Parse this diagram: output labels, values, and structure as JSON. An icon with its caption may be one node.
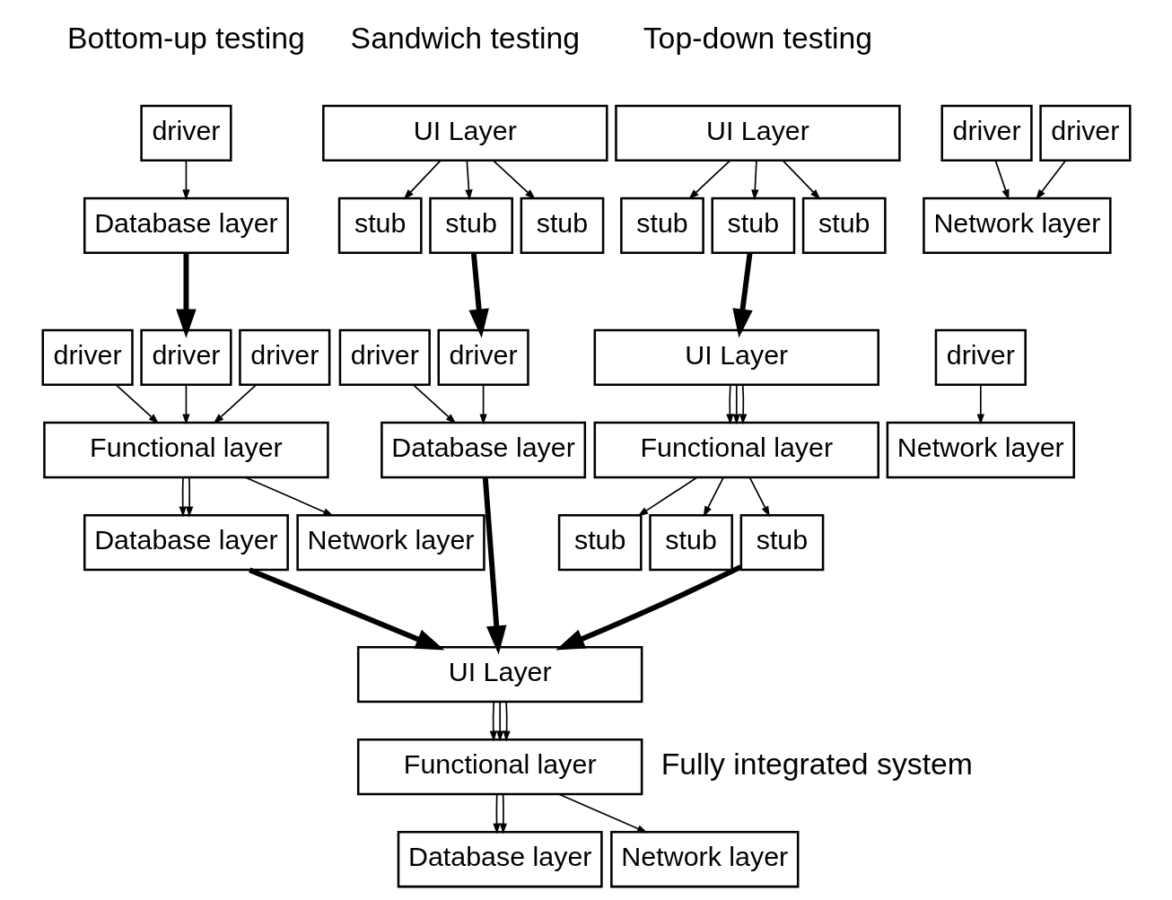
{
  "diagram": {
    "nodes": [
      {
        "text": [
          "UI Layer"
        ]
      },
      {
        "text": [
          "stub"
        ]
      },
      {
        "text": [
          "stub"
        ]
      },
      {
        "text": [
          "stub"
        ]
      },
      {
        "text": [
          "UI Layer"
        ]
      },
      {
        "text": [
          "Functional layer"
        ]
      },
      {
        "text": [
          "stub"
        ]
      },
      {
        "text": [
          "stub"
        ]
      },
      {
        "text": [
          "stub"
        ]
      },
      {
        "text": [
          "driver"
        ]
      },
      {
        "text": [
          "driver"
        ]
      },
      {
        "text": [
          "driver"
        ]
      },
      {
        "text": [
          "Database layer"
        ]
      },
      {
        "text": [
          "Network layer"
        ]
      },
      {
        "text": [
          "driver"
        ]
      },
      {
        "text": [
          "driver"
        ]
      },
      {
        "text": [
          "driver"
        ]
      },
      {
        "text": [
          "Functional layer"
        ]
      },
      {
        "text": [
          "Database layer"
        ]
      },
      {
        "text": [
          "Network layer"
        ]
      },
      {
        "text": [
          "UI Layer"
        ]
      },
      {
        "text": [
          "stub"
        ]
      },
      {
        "text": [
          "stub"
        ]
      },
      {
        "text": [
          "stub"
        ]
      },
      {
        "text": [
          "driver"
        ]
      },
      {
        "text": [
          "driver"
        ]
      },
      {
        "text": [
          "driver"
        ]
      },
      {
        "text": [
          "Database layer"
        ]
      },
      {
        "text": [
          "Network layer"
        ]
      },
      {
        "text": [
          "UI Layer"
        ]
      },
      {
        "text": [
          "Functional layer"
        ]
      },
      {
        "text": [
          "Database layer"
        ]
      },
      {
        "text": [
          "Network layer"
        ]
      }
    ],
    "edges": [
      {
        "from": 0,
        "to": 1,
        "arrow": "to"
      },
      {
        "from": 0,
        "to": 2,
        "arrow": "to"
      },
      {
        "from": 0,
        "to": 3,
        "arrow": "to"
      },
      {
        "from": 2,
        "to": 4,
        "arrow": "to",
        "style": "thick"
      },
      {
        "from": 4,
        "to": 5,
        "arrow": "to"
      },
      {
        "from": 4,
        "to": 5,
        "arrow": "to"
      },
      {
        "from": 4,
        "to": 5,
        "arrow": "to"
      },
      {
        "from": 5,
        "to": 6,
        "arrow": "to"
      },
      {
        "from": 5,
        "to": 7,
        "arrow": "to"
      },
      {
        "from": 5,
        "to": 8,
        "arrow": "to"
      },
      {
        "from": 9,
        "to": 12,
        "arrow": "to"
      },
      {
        "from": 10,
        "to": 13,
        "arrow": "to"
      },
      {
        "from": 11,
        "to": 13,
        "arrow": "to"
      },
      {
        "from": 12,
        "to": 15,
        "arrow": "to",
        "style": "thick"
      },
      {
        "from": 14,
        "to": 17,
        "arrow": "to"
      },
      {
        "from": 15,
        "to": 17,
        "arrow": "to"
      },
      {
        "from": 16,
        "to": 17,
        "arrow": "to"
      },
      {
        "from": 17,
        "to": 18,
        "arrow": "to"
      },
      {
        "from": 17,
        "to": 18,
        "arrow": "to"
      },
      {
        "from": 17,
        "to": 19,
        "arrow": "to"
      },
      {
        "from": 20,
        "to": 21,
        "arrow": "to"
      },
      {
        "from": 20,
        "to": 22,
        "arrow": "to"
      },
      {
        "from": 20,
        "to": 23,
        "arrow": "to"
      },
      {
        "from": 22,
        "to": 25,
        "arrow": "to",
        "style": "thick"
      },
      {
        "from": 24,
        "to": 27,
        "arrow": "to"
      },
      {
        "from": 25,
        "to": 27,
        "arrow": "to"
      },
      {
        "from": 26,
        "to": 28,
        "arrow": "to"
      },
      {
        "from": 8,
        "to": 29,
        "arrow": "to",
        "style": "thick"
      },
      {
        "from": 18,
        "to": 29,
        "arrow": "to",
        "style": "thick"
      },
      {
        "from": 27,
        "to": 29,
        "arrow": "to",
        "style": "thick"
      },
      {
        "from": 29,
        "to": 30,
        "arrow": "to"
      },
      {
        "from": 29,
        "to": 30,
        "arrow": "to"
      },
      {
        "from": 29,
        "to": 30,
        "arrow": "to"
      },
      {
        "from": 30,
        "to": 31,
        "arrow": "to"
      },
      {
        "from": 30,
        "to": 31,
        "arrow": "to"
      },
      {
        "from": 30,
        "to": 32,
        "arrow": "to"
      }
    ],
    "labels": [
      "Top-down testing",
      "Bottom-up testing",
      "Sandwich testing",
      "Fully integrated system"
    ]
  }
}
